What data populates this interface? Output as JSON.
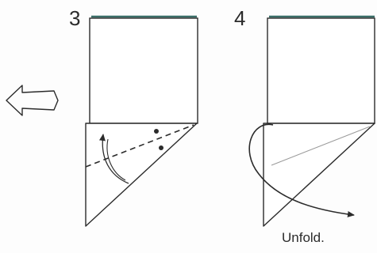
{
  "steps": [
    {
      "number": "3"
    },
    {
      "number": "4",
      "caption": "Unfold."
    }
  ],
  "colors": {
    "line": "#2b2b2b",
    "edge_accent": "#3a6e68",
    "crease": "#9a9a9a",
    "background": "#fdfdfd"
  }
}
